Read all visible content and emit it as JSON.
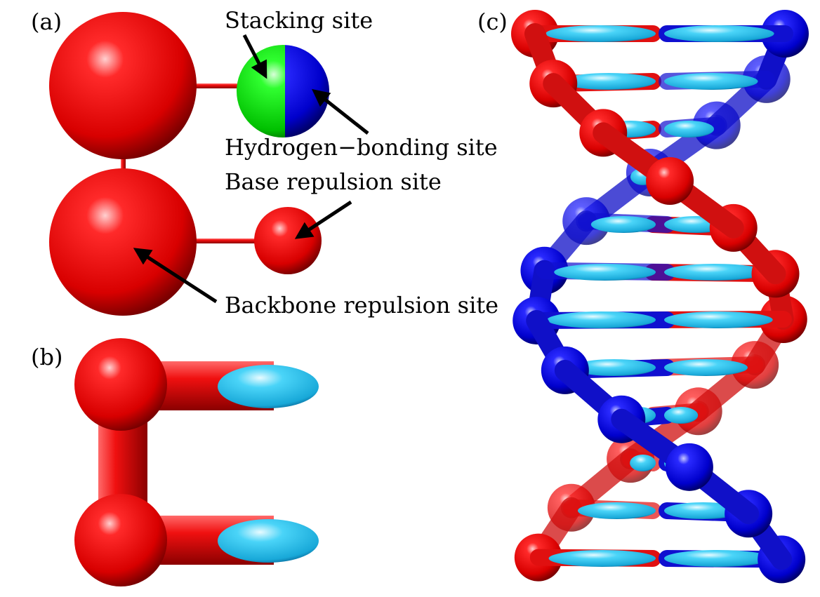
{
  "panels": {
    "a": {
      "label": "(a)"
    },
    "b": {
      "label": "(b)"
    },
    "c": {
      "label": "(c)"
    }
  },
  "site_labels": {
    "stacking": "Stacking site",
    "hydrogen_bonding": "Hydrogen−bonding site",
    "base_repulsion": "Base repulsion site",
    "backbone_repulsion": "Backbone repulsion site"
  },
  "colors": {
    "strand_1": "#e01010",
    "strand_2": "#1010d0",
    "stacking_site": "#1cd01c",
    "base_ellipsoid": "#38c8ee",
    "arrow": "#000000"
  }
}
